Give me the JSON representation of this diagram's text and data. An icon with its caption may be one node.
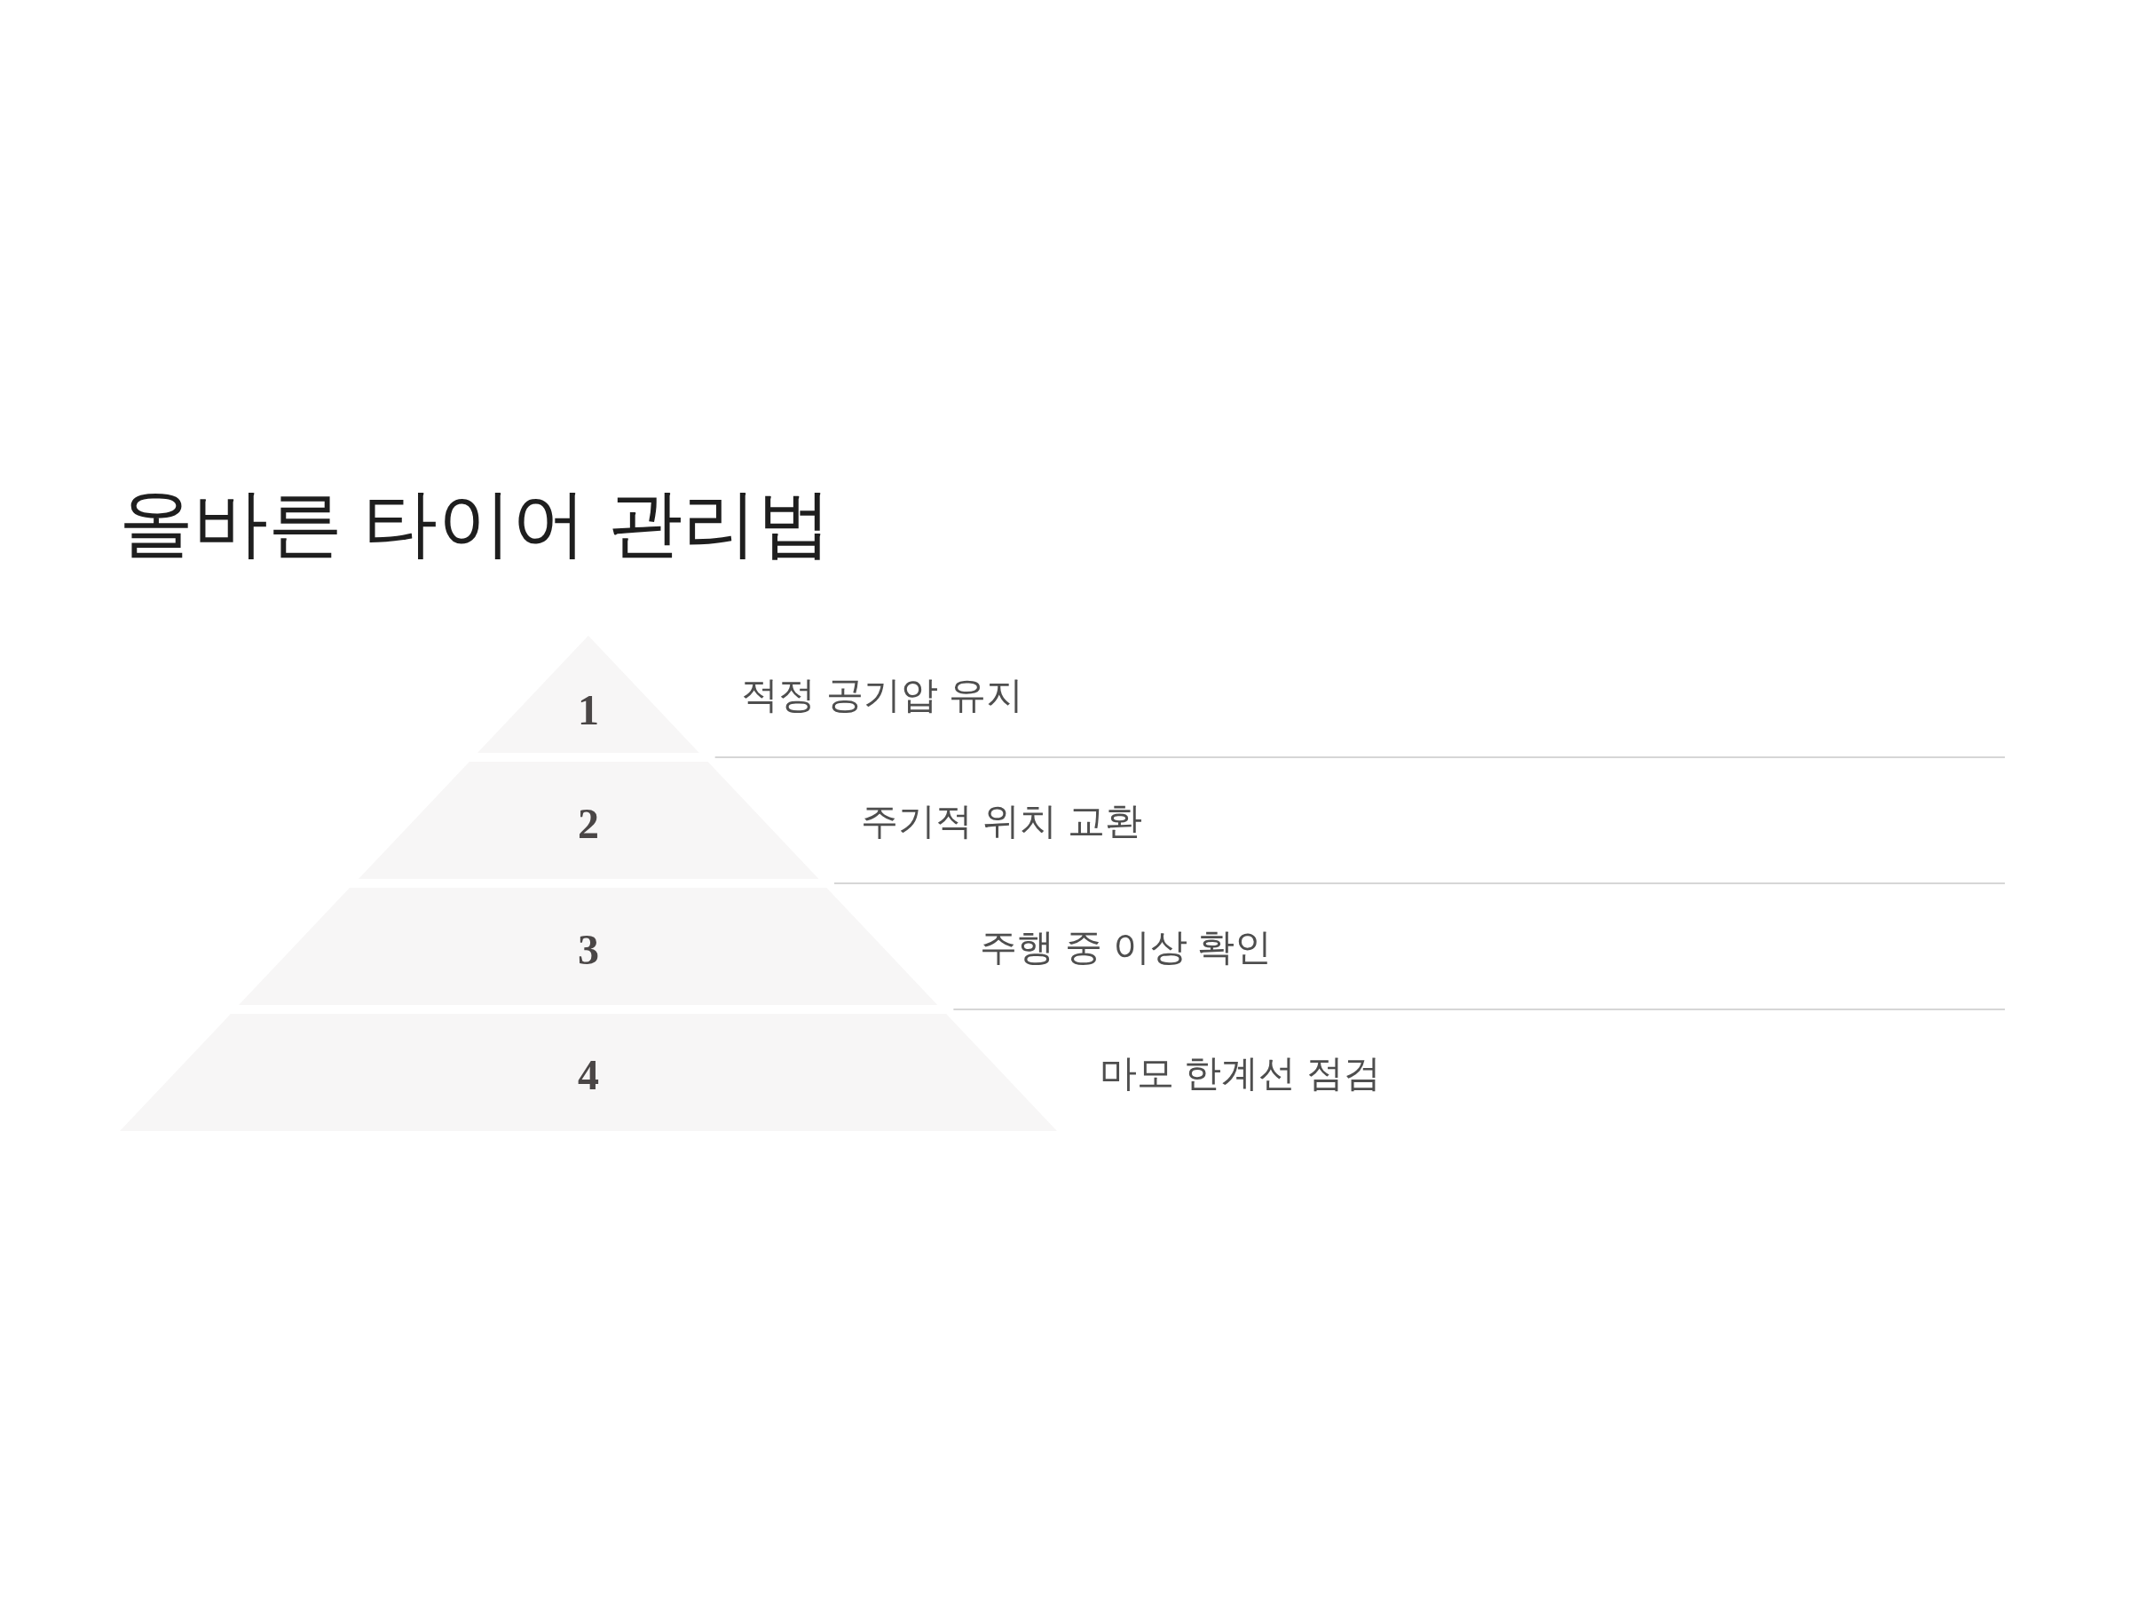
{
  "diagram": {
    "title": "올바른 타이어 관리법",
    "nodes": [
      {
        "text": [
          "1"
        ],
        "beside": [
          "적정 공기압 유지"
        ]
      },
      {
        "text": [
          "2"
        ],
        "beside": [
          "주기적 위치 교환"
        ]
      },
      {
        "text": [
          "3"
        ],
        "beside": [
          "주행 중 이상 확인"
        ]
      },
      {
        "text": [
          "4"
        ],
        "beside": [
          "마모 한계선 점검"
        ]
      }
    ]
  }
}
